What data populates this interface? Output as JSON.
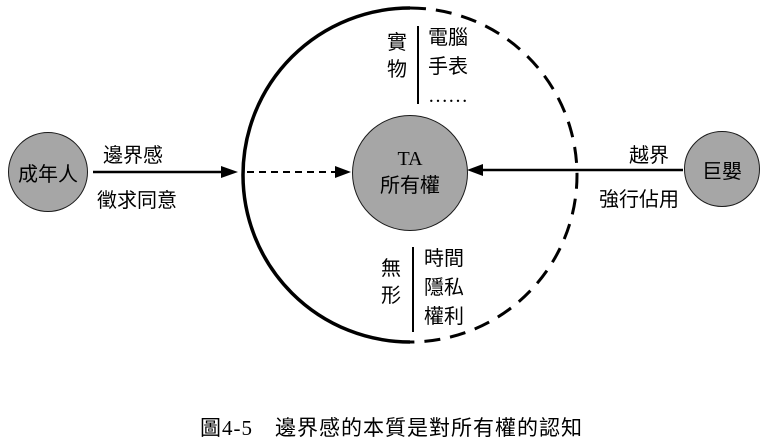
{
  "colors": {
    "node_fill": "#a6a6a6",
    "stroke": "#000000",
    "background": "#ffffff"
  },
  "left_node": {
    "label": "成年人"
  },
  "right_node": {
    "label": "巨嬰"
  },
  "center_node": {
    "line1": "TA",
    "line2": "所有權"
  },
  "left_arrow": {
    "top_label": "邊界感",
    "bottom_label": "徵求同意"
  },
  "right_arrow": {
    "top_label": "越界",
    "bottom_label": "強行佔用"
  },
  "physical_group": {
    "category": "實物",
    "items": [
      "電腦",
      "手表",
      "……"
    ]
  },
  "intangible_group": {
    "category": "無形",
    "items": [
      "時間",
      "隱私",
      "權利"
    ]
  },
  "caption": "圖4-5　邊界感的本質是對所有權的認知"
}
